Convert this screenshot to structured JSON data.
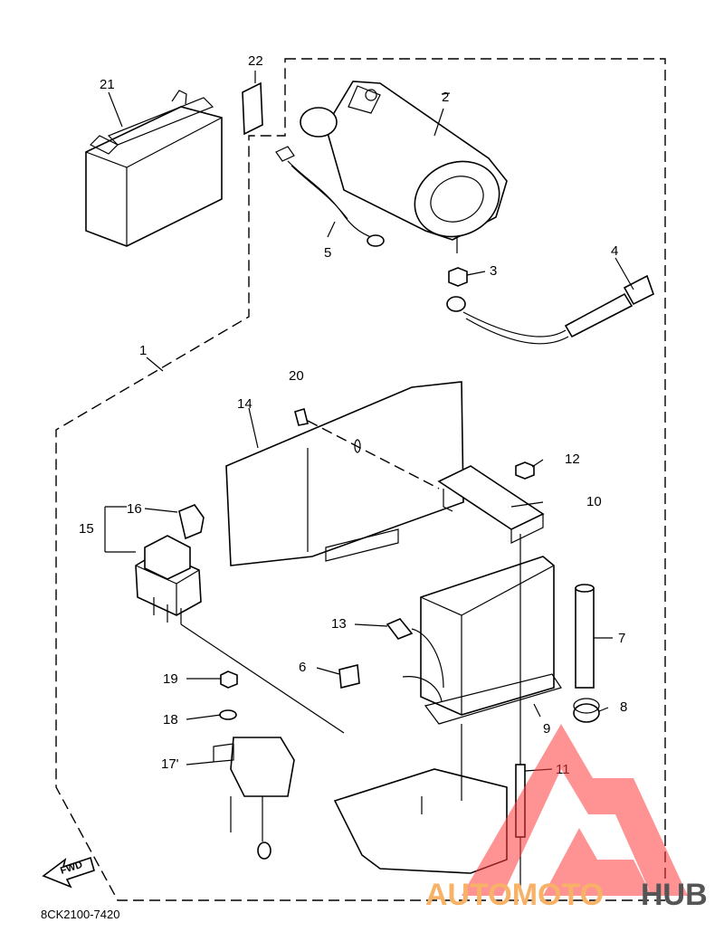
{
  "diagram": {
    "part_code": "8CK2100-7420",
    "direction_label": "FWD",
    "callouts": [
      "1",
      "2",
      "3",
      "4",
      "5",
      "6",
      "7",
      "8",
      "9",
      "10",
      "11",
      "12",
      "13",
      "14",
      "15",
      "16",
      "17",
      "18",
      "19",
      "20",
      "21",
      "22"
    ],
    "part_17_label": "17"
  },
  "watermark": {
    "text_a": "AUTOMOTO",
    "text_b": "HUB",
    "color": "#ff3b3b"
  }
}
